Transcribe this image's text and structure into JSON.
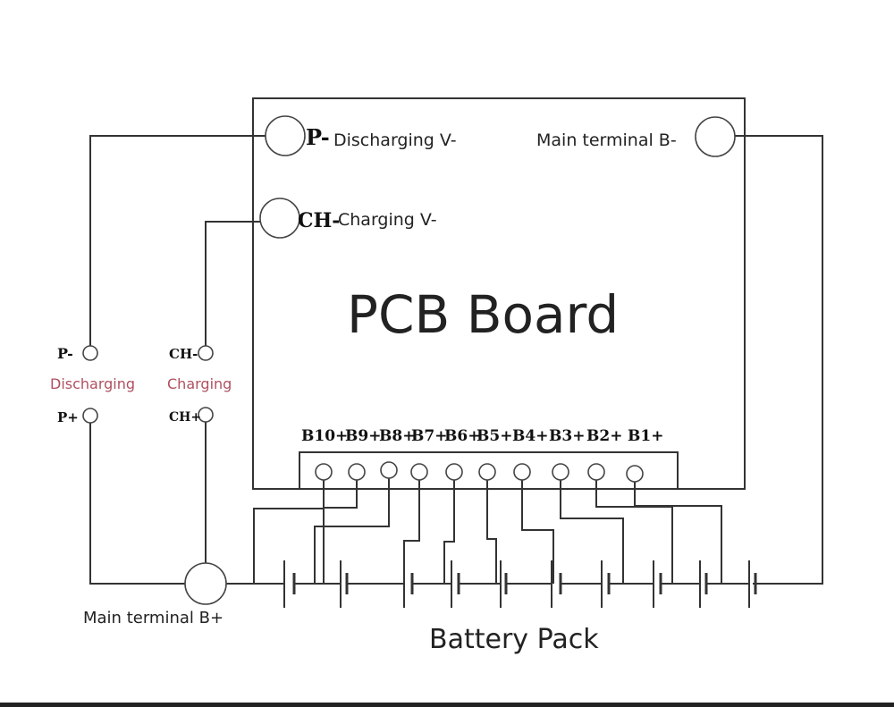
{
  "diagram": {
    "title": "PCB Board",
    "pack_label": "Battery Pack",
    "board_terminals": {
      "p_minus": {
        "symbol": "P-",
        "label": "Discharging V-"
      },
      "ch_minus": {
        "symbol": "CH-",
        "label": "Charging V-"
      },
      "b_minus": {
        "label": "Main terminal B-"
      }
    },
    "b_plus_label": "Main terminal B+",
    "external_ports": {
      "discharging": {
        "title": "Discharging",
        "minus": "P-",
        "plus": "P+"
      },
      "charging": {
        "title": "Charging",
        "minus": "CH-",
        "plus": "CH+"
      }
    },
    "balance_leads": [
      "B10+",
      "B9+",
      "B8+",
      "B7+",
      "B6+",
      "B5+",
      "B4+",
      "B3+",
      "B2+",
      "B1+"
    ],
    "cell_count": 10,
    "colors": {
      "line": "#333333",
      "port_title": "#b05060"
    }
  }
}
